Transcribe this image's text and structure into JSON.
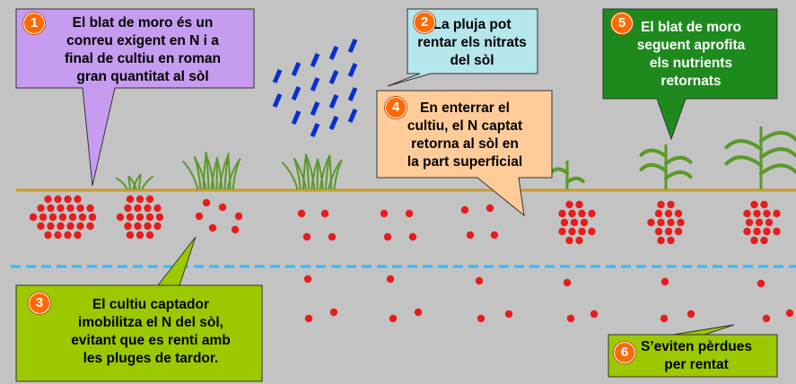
{
  "colors": {
    "background": "#c3c3c3",
    "soil_line": "#c89a2a",
    "water_table": "#38b8ec",
    "nitrate_dot": "#e81c1c",
    "rain": "#0a2fd0",
    "plant": "#5a9a28",
    "badge": "#ff6a00",
    "callout_1": "#c69cf0",
    "callout_2": "#b4e6ec",
    "callout_3": "#9cc800",
    "callout_4": "#ffcc99",
    "callout_5": "#1e8a1e",
    "callout_6": "#9cc800"
  },
  "callouts": [
    {
      "num": "1",
      "text": "El blat de moro és un\nconreu exigent en N i a\nfinal de cultiu en roman\ngran quantitat al sòl"
    },
    {
      "num": "2",
      "text": "La pluja pot\nrentar els nitrats\ndel sòl"
    },
    {
      "num": "3",
      "text": "El cultiu captador\nimobilitza el N del sòl,\nevitant que es renti amb\nles pluges de tardor."
    },
    {
      "num": "4",
      "text": "En enterrar el\ncultiu, el N captat\nretorna al sòl en\nla part superficial"
    },
    {
      "num": "5",
      "text": "El blat de moro\nseguent aprofita\nels nutrients\nretornats"
    },
    {
      "num": "6",
      "text": "S’eviten pèrdues\nper rentat"
    }
  ]
}
